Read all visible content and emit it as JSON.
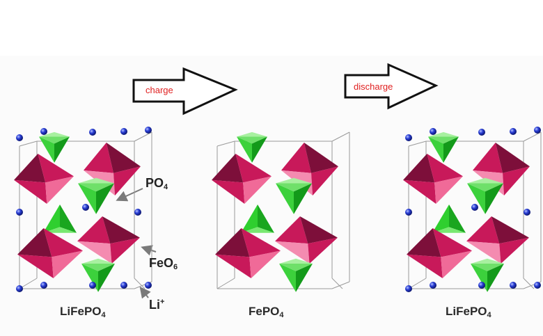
{
  "arrows": [
    {
      "label": "charge"
    },
    {
      "label": "discharge"
    }
  ],
  "cells": [
    {
      "formula": "LiFePO",
      "subscript": "4",
      "has_li": true
    },
    {
      "formula": "FePO",
      "subscript": "4",
      "has_li": false
    },
    {
      "formula": "LiFePO",
      "subscript": "4",
      "has_li": true
    }
  ],
  "legend": {
    "po4": {
      "text": "PO",
      "sub": "4"
    },
    "feo6": {
      "text": "FeO",
      "sub": "6"
    },
    "li": {
      "text": "Li",
      "sup": "+"
    }
  },
  "colors": {
    "po4_tetrahedron": "#22c22a",
    "feo6_octahedron": "#d81f62",
    "li_ion": "#2a3fd6",
    "arrow_outline": "#111111",
    "arrow_label": "#e02020"
  },
  "icons": {
    "process_arrow": "right-block-arrow",
    "li_ion": "blue-sphere"
  }
}
